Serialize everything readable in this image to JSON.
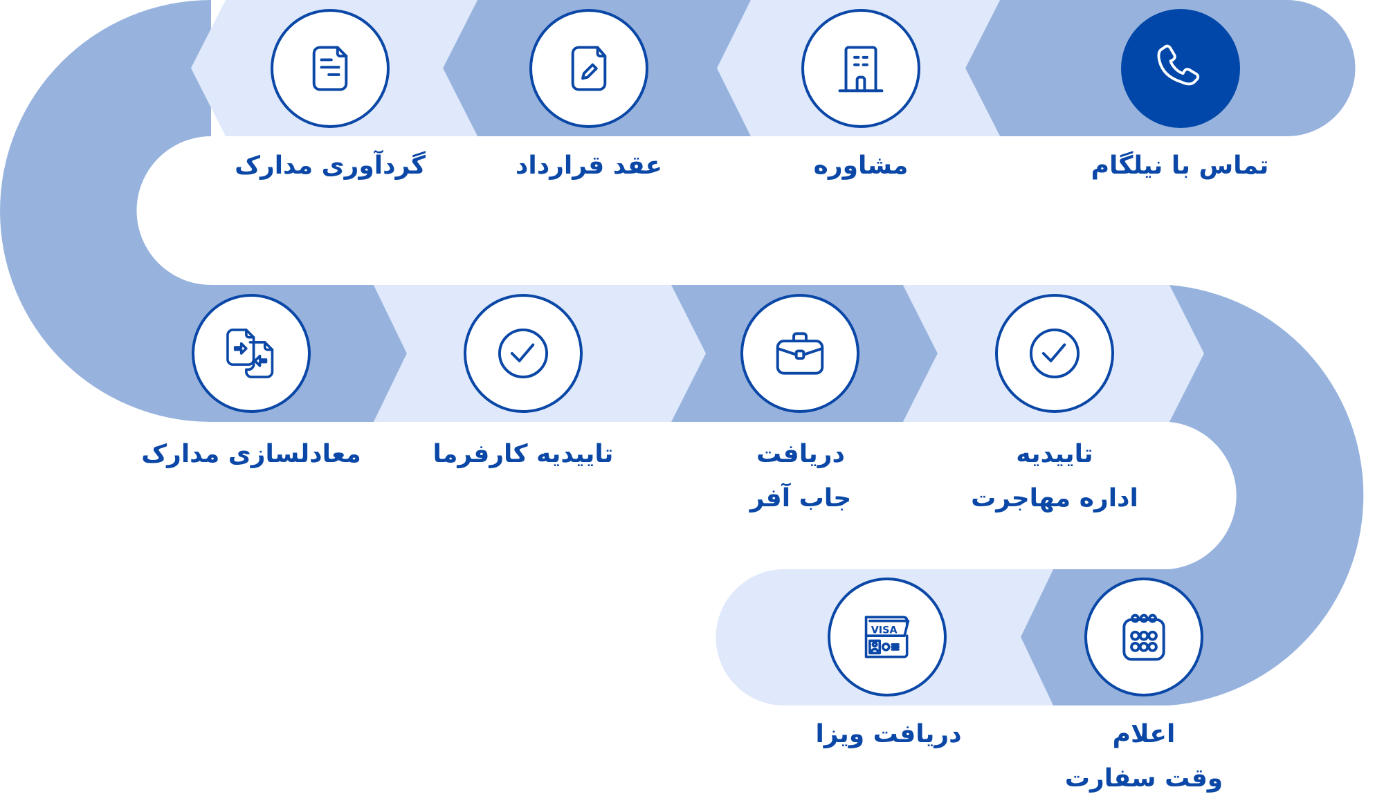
{
  "colors": {
    "band_dark": "#97b3dd",
    "band_light": "#dfe9fb",
    "accent": "#0047a9",
    "background": "#ffffff"
  },
  "steps": [
    {
      "order": 1,
      "icon": "phone-icon",
      "line1": "تماس با نیلگام",
      "line2": "",
      "active": true
    },
    {
      "order": 2,
      "icon": "building-icon",
      "line1": "مشاوره",
      "line2": ""
    },
    {
      "order": 3,
      "icon": "document-edit-icon",
      "line1": "عقد قرارداد",
      "line2": ""
    },
    {
      "order": 4,
      "icon": "document-icon",
      "line1": "گردآوری مدارک",
      "line2": ""
    },
    {
      "order": 5,
      "icon": "document-exchange-icon",
      "line1": "معادلسازی مدارک",
      "line2": ""
    },
    {
      "order": 6,
      "icon": "check-circle-icon",
      "line1": "تاییدیه کارفرما",
      "line2": ""
    },
    {
      "order": 7,
      "icon": "briefcase-icon",
      "line1": "دریافت",
      "line2": "جاب آفر"
    },
    {
      "order": 8,
      "icon": "check-circle-icon",
      "line1": "تاییدیه",
      "line2": "اداره مهاجرت"
    },
    {
      "order": 9,
      "icon": "calendar-icon",
      "line1": "اعلام",
      "line2": "وقت سفارت"
    },
    {
      "order": 10,
      "icon": "visa-icon",
      "line1": "دریافت ویزا",
      "line2": ""
    }
  ]
}
